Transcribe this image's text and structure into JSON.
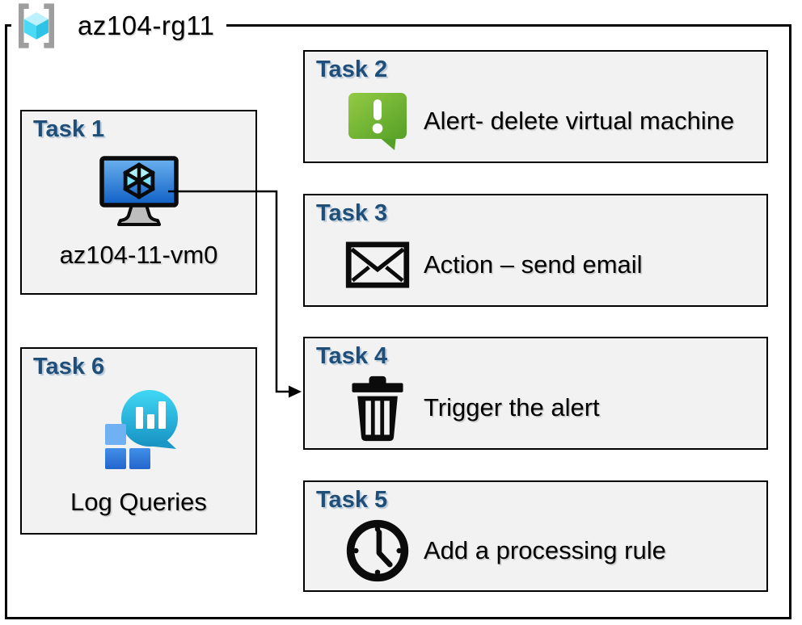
{
  "resource_group": {
    "label": "az104-rg11",
    "icon": "resource-group-icon"
  },
  "tasks": [
    {
      "title": "Task 1",
      "label": "az104-11-vm0",
      "icon": "virtual-machine-icon"
    },
    {
      "title": "Task 2",
      "label": "Alert- delete virtual machine",
      "icon": "alert-message-icon"
    },
    {
      "title": "Task 3",
      "label": "Action – send email",
      "icon": "email-envelope-icon"
    },
    {
      "title": "Task 4",
      "label": "Trigger the alert",
      "icon": "trash-icon"
    },
    {
      "title": "Task 5",
      "label": "Add a processing rule",
      "icon": "clock-icon"
    },
    {
      "title": "Task 6",
      "label": "Log Queries",
      "icon": "log-queries-icon"
    }
  ],
  "connector": {
    "from": "Task 1 virtual machine",
    "to": "Task 4"
  },
  "colors": {
    "task_title": "#1F4E79",
    "box_fill": "#F2F2F2",
    "border": "#000000",
    "alert_green_light": "#93CB44",
    "alert_green_dark": "#55A026",
    "screen_blue_light": "#6CB2F0",
    "screen_blue_dark": "#0F5FC4",
    "log_teal_light": "#40D8F5",
    "log_teal_dark": "#1792C2",
    "log_blue_light": "#6FB1F2",
    "log_blue_dark": "#2366CC",
    "cube_cyan_top": "#BDF1FB",
    "cube_cyan_left": "#4ADAF5",
    "cube_cyan_right": "#2CC3E6",
    "bracket_gray": "#9E9E9E"
  }
}
